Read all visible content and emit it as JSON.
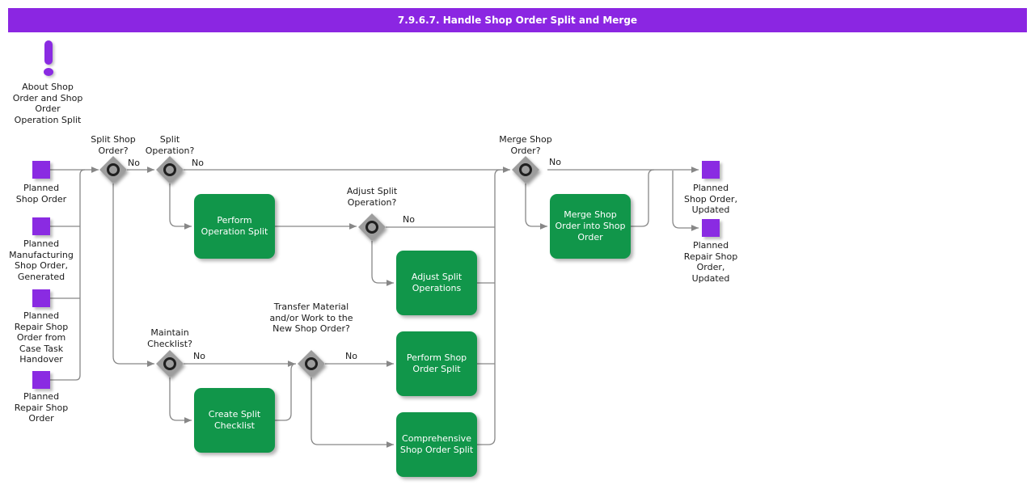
{
  "title": "7.9.6.7. Handle Shop Order Split and Merge",
  "colors": {
    "title_bar": "#8b26e2",
    "event_square": "#8a2be2",
    "activity_box": "#11964a",
    "gateway": "#9d9d9d",
    "connector": "#878787"
  },
  "annotation": {
    "icon": "exclamation-icon",
    "label": "About Shop Order and Shop Order Operation Split"
  },
  "inputs": [
    {
      "label": "Planned Shop Order"
    },
    {
      "label": "Planned Manufacturing Shop Order, Generated"
    },
    {
      "label": "Planned Repair Shop Order from Case Task Handover"
    },
    {
      "label": "Planned Repair Shop Order"
    }
  ],
  "outputs": [
    {
      "label": "Planned Shop Order, Updated"
    },
    {
      "label": "Planned Repair Shop Order, Updated"
    }
  ],
  "decisions": [
    {
      "question": "Split Shop Order?",
      "no_label": "No"
    },
    {
      "question": "Split Operation?",
      "no_label": "No"
    },
    {
      "question": "Adjust Split Operation?",
      "no_label": "No"
    },
    {
      "question": "Maintain Checklist?",
      "no_label": "No"
    },
    {
      "question": "Transfer Material and/or Work to the New Shop Order?",
      "no_label": "No"
    },
    {
      "question": "Merge Shop Order?",
      "no_label": "No"
    }
  ],
  "activities": [
    {
      "label": "Perform Operation Split"
    },
    {
      "label": "Adjust Split Operations"
    },
    {
      "label": "Create Split Checklist"
    },
    {
      "label": "Perform Shop Order Split"
    },
    {
      "label": "Comprehensive Shop Order Split"
    },
    {
      "label": "Merge Shop Order into Shop Order"
    }
  ]
}
